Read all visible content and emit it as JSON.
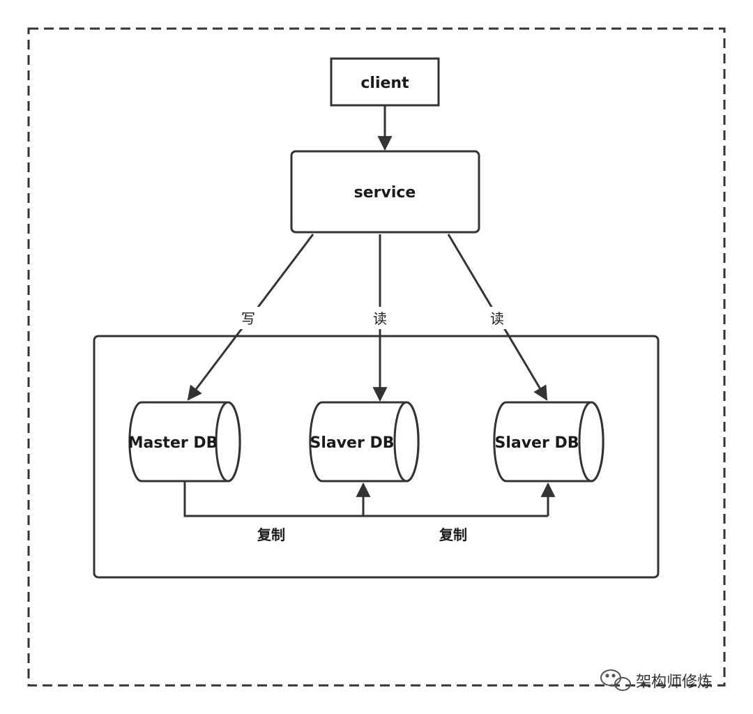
{
  "nodes": {
    "client": "client",
    "service": "service",
    "master_db": "Master DB",
    "slaver_db_1": "Slaver DB",
    "slaver_db_2": "Slaver DB"
  },
  "edges": {
    "write": "写",
    "read_1": "读",
    "read_2": "读"
  },
  "replication": {
    "label_1": "复制",
    "label_2": "复制"
  },
  "watermark": {
    "text": "架构师修炼",
    "icon": "wechat-icon"
  },
  "colors": {
    "stroke": "#333333",
    "background": "#ffffff"
  }
}
